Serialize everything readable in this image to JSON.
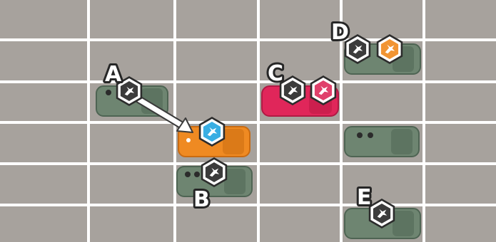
{
  "colors": {
    "board_bg": "#ffffff",
    "cell": "#a7a29d",
    "car_gray": "#6e8571",
    "car_gray_dark": "#4e6453",
    "car_orange": "#ef8a22",
    "car_orange_dark": "#c96b12",
    "car_red": "#e0265a",
    "car_red_dark": "#b01a44",
    "token_black": "#3b3b3b",
    "token_orange": "#f19432",
    "token_pink": "#e0406b",
    "token_blue": "#39aee3",
    "arrow": "#ffffff"
  },
  "labels": {
    "a": "A",
    "b": "B",
    "c": "C",
    "d": "D",
    "e": "E"
  },
  "icons": {
    "bird": "bird-icon",
    "hex_token": "hexagon-token-icon"
  },
  "pieces": {
    "A": {
      "car_color": "gray",
      "tokens": [
        "black"
      ]
    },
    "B": {
      "car_color": "gray",
      "tokens": [
        "black"
      ]
    },
    "C": {
      "car_color": "red",
      "tokens": [
        "black",
        "pink"
      ]
    },
    "D": {
      "car_color": "gray",
      "tokens": [
        "black",
        "orange"
      ]
    },
    "E": {
      "car_color": "gray",
      "tokens": [
        "black"
      ]
    },
    "unlabeled_orange": {
      "car_color": "orange",
      "tokens": [
        "blue"
      ]
    },
    "unlabeled_gray": {
      "car_color": "gray",
      "tokens": []
    }
  },
  "move": {
    "from": "A",
    "to": "unlabeled_orange"
  }
}
